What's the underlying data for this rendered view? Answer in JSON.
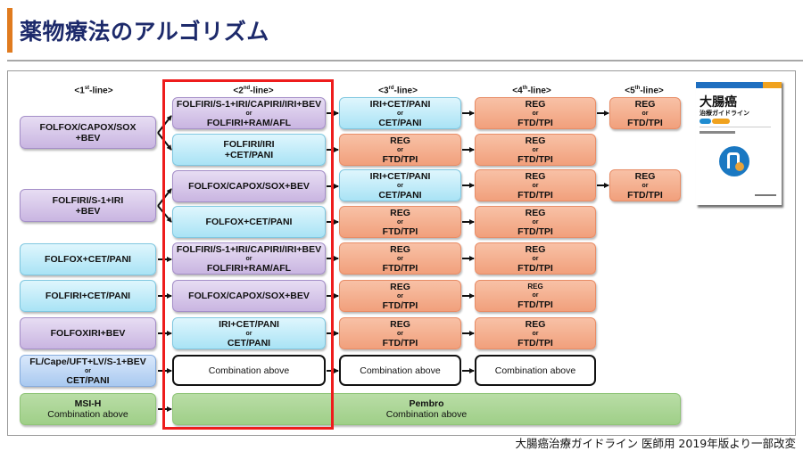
{
  "title": "薬物療法のアルゴリズム",
  "columns": {
    "line1": {
      "num": "1",
      "sup": "st",
      "suffix": "-line"
    },
    "line2": {
      "num": "2",
      "sup": "nd",
      "suffix": "-line"
    },
    "line3": {
      "num": "3",
      "sup": "rd",
      "suffix": "-line"
    },
    "line4": {
      "num": "4",
      "sup": "th",
      "suffix": "-line"
    },
    "line5": {
      "num": "5",
      "sup": "th",
      "suffix": "-line"
    }
  },
  "or": "or",
  "first_line": [
    {
      "l1": "FOLFOX/CAPOX/SOX",
      "l2": "+BEV"
    },
    {
      "l1": "FOLFIRI/S-1+IRI",
      "l2": "+BEV"
    },
    {
      "l1": "FOLFOX+CET/PANI"
    },
    {
      "l1": "FOLFIRI+CET/PANI"
    },
    {
      "l1": "FOLFOXIRI+BEV"
    },
    {
      "a": "FL/Cape/UFT+LV/S-1+BEV",
      "b": "CET/PANI"
    },
    {
      "l1": "MSI-H",
      "l2": "Combination above"
    }
  ],
  "second_line": [
    {
      "a": "FOLFIRI/S-1+IRI/CAPIRI/IRI+BEV",
      "b": "FOLFIRI+RAM/AFL"
    },
    {
      "l1": "FOLFIRI/IRI",
      "l2": "+CET/PANI"
    },
    {
      "l1": "FOLFOX/CAPOX/SOX+BEV"
    },
    {
      "l1": "FOLFOX+CET/PANI"
    },
    {
      "a": "FOLFIRI/S-1+IRI/CAPIRI/IRI+BEV",
      "b": "FOLFIRI+RAM/AFL"
    },
    {
      "l1": "FOLFOX/CAPOX/SOX+BEV"
    },
    {
      "a": "IRI+CET/PANI",
      "b": "CET/PANI"
    },
    {
      "l1": "Combination above"
    }
  ],
  "pembro": {
    "l1": "Pembro",
    "l2": "Combination above"
  },
  "third_line": [
    {
      "a": "IRI+CET/PANI",
      "b": "CET/PANI"
    },
    {
      "a": "REG",
      "b": "FTD/TPI"
    },
    {
      "a": "IRI+CET/PANI",
      "b": "CET/PANI"
    },
    {
      "a": "REG",
      "b": "FTD/TPI"
    },
    {
      "a": "REG",
      "b": "FTD/TPI"
    },
    {
      "a": "REG",
      "b": "FTD/TPI"
    },
    {
      "a": "REG",
      "b": "FTD/TPI"
    },
    {
      "l1": "Combination above"
    }
  ],
  "fourth_line": [
    {
      "a": "REG",
      "b": "FTD/TPI"
    },
    {
      "a": "REG",
      "b": "FTD/TPI"
    },
    {
      "a": "REG",
      "b": "FTD/TPI"
    },
    {
      "a": "REG",
      "b": "FTD/TPI"
    },
    {
      "a": "REG",
      "b": "FTD/TPI"
    },
    {
      "a": "REG",
      "b": "FTD/TPI"
    },
    {
      "a": "REG",
      "b": "FTD/TPI"
    },
    {
      "l1": "Combination above"
    }
  ],
  "fifth_line": [
    {
      "a": "REG",
      "b": "FTD/TPI"
    },
    {
      "a": "REG",
      "b": "FTD/TPI"
    }
  ],
  "book": {
    "title": "大腸癌",
    "subtitle": "治療ガイドライン"
  },
  "caption": "大腸癌治療ガイドライン 医師用 2019年版より一部改変",
  "colors": {
    "accent_bar": "#e07b1f",
    "title_text": "#1d2a6b",
    "highlight": "#ee1c1c"
  }
}
